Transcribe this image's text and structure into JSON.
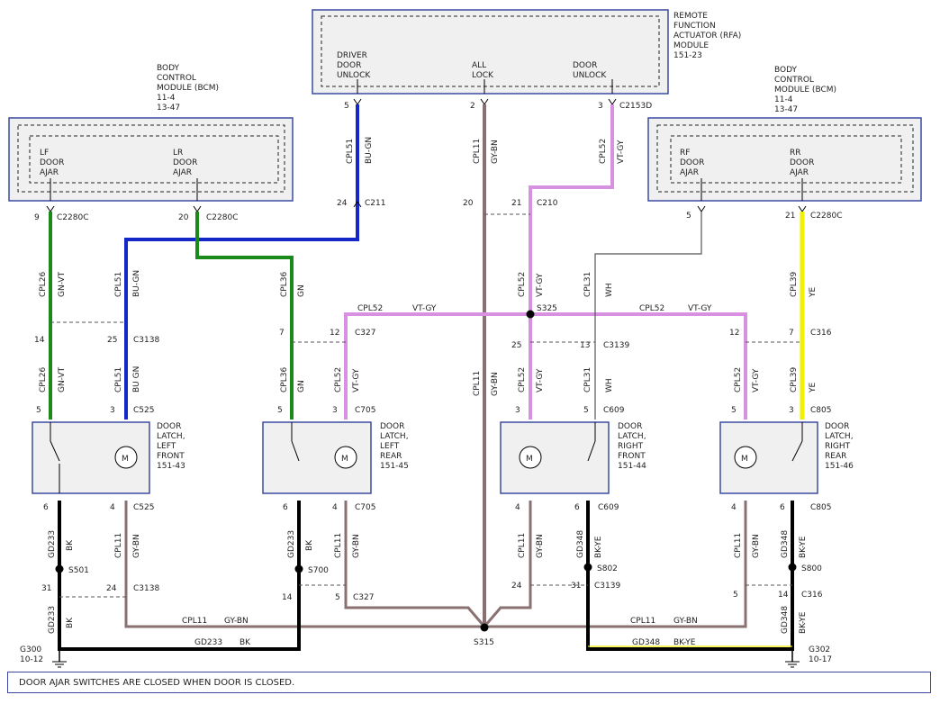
{
  "modules": {
    "rfa": {
      "title": [
        "REMOTE",
        "FUNCTION",
        "ACTUATOR (RFA)",
        "MODULE",
        "151-23"
      ],
      "pins": [
        {
          "label": [
            "DRIVER",
            "DOOR",
            "UNLOCK"
          ],
          "pin": "5"
        },
        {
          "label": [
            "ALL",
            "LOCK"
          ],
          "pin": "2"
        },
        {
          "label": [
            "DOOR",
            "UNLOCK"
          ],
          "pin": "3"
        }
      ],
      "connector": "C2153D"
    },
    "bcm_left": {
      "title": [
        "BODY",
        "CONTROL",
        "MODULE (BCM)",
        "11-4",
        "13-47"
      ],
      "pins": [
        {
          "label": [
            "LF",
            "DOOR",
            "AJAR"
          ],
          "pin": "9",
          "connector": "C2280C"
        },
        {
          "label": [
            "LR",
            "DOOR",
            "AJAR"
          ],
          "pin": "20",
          "connector": "C2280C"
        }
      ]
    },
    "bcm_right": {
      "title": [
        "BODY",
        "CONTROL",
        "MODULE (BCM)",
        "11-4",
        "13-47"
      ],
      "pins": [
        {
          "label": [
            "RF",
            "DOOR",
            "AJAR"
          ],
          "pin": "5"
        },
        {
          "label": [
            "RR",
            "DOOR",
            "AJAR"
          ],
          "pin": "21",
          "connector": "C2280C"
        }
      ]
    }
  },
  "latches": [
    {
      "title": [
        "DOOR",
        "LATCH,",
        "LEFT",
        "FRONT",
        "151-43"
      ],
      "top_pins": [
        "5",
        "3"
      ],
      "top_conn": "C525",
      "bot_pins": [
        "6",
        "4"
      ],
      "bot_conn": "C525",
      "motor": "M"
    },
    {
      "title": [
        "DOOR",
        "LATCH,",
        "LEFT",
        "REAR",
        "151-45"
      ],
      "top_pins": [
        "5",
        "3"
      ],
      "top_conn": "C705",
      "bot_pins": [
        "6",
        "4"
      ],
      "bot_conn": "C705",
      "motor": "M"
    },
    {
      "title": [
        "DOOR",
        "LATCH,",
        "RIGHT",
        "FRONT",
        "151-44"
      ],
      "top_pins": [
        "3",
        "5"
      ],
      "top_conn": "C609",
      "bot_pins": [
        "4",
        "6"
      ],
      "bot_conn": "C609",
      "motor": "M"
    },
    {
      "title": [
        "DOOR",
        "LATCH,",
        "RIGHT",
        "REAR",
        "151-46"
      ],
      "top_pins": [
        "5",
        "3"
      ],
      "top_conn": "C805",
      "bot_pins": [
        "4",
        "6"
      ],
      "bot_conn": "C805",
      "motor": "M"
    }
  ],
  "connectors": {
    "c211": {
      "pin": "24",
      "name": "C211"
    },
    "c210_20": {
      "pin": "20"
    },
    "c210_21": {
      "pin": "21",
      "name": "C210"
    },
    "c3138_top": {
      "pins": [
        "14",
        "25"
      ],
      "name": "C3138"
    },
    "c327_top": {
      "pins": [
        "7",
        "12"
      ],
      "name": "C327"
    },
    "c3139_top": {
      "pins": [
        "25",
        "13"
      ],
      "name": "C3139"
    },
    "c316_top": {
      "pins": [
        "12",
        "7"
      ],
      "name": "C316"
    },
    "c3138_bot": {
      "pins": [
        "31",
        "24"
      ],
      "name": "C3138"
    },
    "c327_bot": {
      "pins": [
        "14",
        "5"
      ],
      "name": "C327"
    },
    "c3139_bot": {
      "pins": [
        "24",
        "31"
      ],
      "name": "C3139"
    },
    "c316_bot": {
      "pins": [
        "5",
        "14"
      ],
      "name": "C316"
    }
  },
  "wires": {
    "cpl51": {
      "circuit": "CPL51",
      "color": "BU-GN"
    },
    "cpl11": {
      "circuit": "CPL11",
      "color": "GY-BN"
    },
    "cpl52": {
      "circuit": "CPL52",
      "color": "VT-GY"
    },
    "cpl26": {
      "circuit": "CPL26",
      "color": "GN-VT"
    },
    "cpl36": {
      "circuit": "CPL36",
      "color": "GN"
    },
    "cpl31": {
      "circuit": "CPL31",
      "color": "WH"
    },
    "cpl39": {
      "circuit": "CPL39",
      "color": "YE"
    },
    "gd233": {
      "circuit": "GD233",
      "color": "BK"
    },
    "gd348": {
      "circuit": "GD348",
      "color": "BK-YE"
    },
    "cpl51_lower": {
      "circuit": "CPL51",
      "color": "BU GN"
    }
  },
  "splices": {
    "s325": "S325",
    "s315": "S315",
    "s501": "S501",
    "s700": "S700",
    "s802": "S802",
    "s800": "S800"
  },
  "grounds": {
    "g300": {
      "name": "G300",
      "ref": "10-12"
    },
    "g302": {
      "name": "G302",
      "ref": "10-17"
    }
  },
  "footer_note": "DOOR AJAR SWITCHES ARE CLOSED WHEN DOOR IS CLOSED.",
  "colors": {
    "blue": "#1428c8",
    "green": "#1a8a1a",
    "violet": "#d890e0",
    "gray_brown": "#8a7070",
    "black": "#000000",
    "yellow": "#f0f000",
    "white_wire": "#555555",
    "module_border": "#3a4aa0",
    "module_fill": "#f0f0f0"
  }
}
